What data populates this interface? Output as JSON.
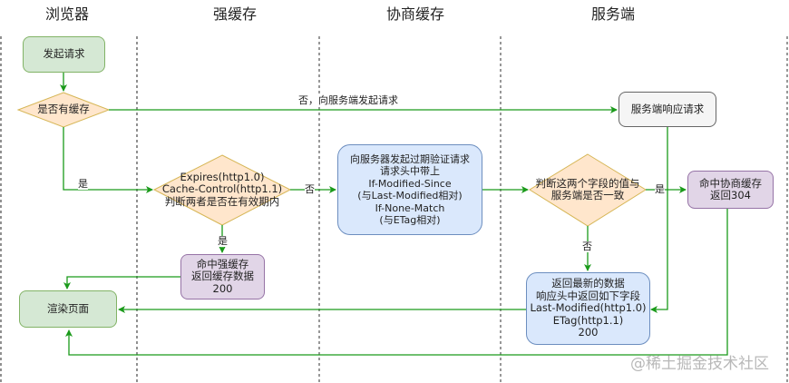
{
  "lanes": [
    "浏览器",
    "强缓存",
    "协商缓存",
    "服务端"
  ],
  "nodes": {
    "start": "发起请求",
    "has_cache": "是否有缓存",
    "strong_check": "Expires(http1.0)\nCache-Control(http1.1)\n判断两者是否在有效期内",
    "strong_hit": "命中强缓存\n返回缓存数据\n200",
    "render": "渲染页面",
    "revalidate": "向服务器发起过期验证请求\n请求头中带上\nIf-Modified-Since\n(与Last-Modified相对)\nIf-None-Match\n(与ETag相对)",
    "compare": "判断这两个字段的值与\n服务端是否一致",
    "negotiate_hit": "命中协商缓存\n返回304",
    "server_respond": "服务端响应请求",
    "fresh_data": "返回最新的数据\n响应头中返回如下字段\nLast-Modified(http1.0)\nETag(http1.1)\n200"
  },
  "edge_labels": {
    "no_cache": "否，向服务端发起请求",
    "has_cache_yes": "是",
    "strong_no": "否",
    "strong_yes": "是",
    "compare_yes": "是",
    "compare_no": "否"
  },
  "colors": {
    "edge": "#1a9a1a",
    "decision_fill": "#ffe6cc",
    "decision_stroke": "#d6b656"
  },
  "watermark": "@稀土掘金技术社区"
}
